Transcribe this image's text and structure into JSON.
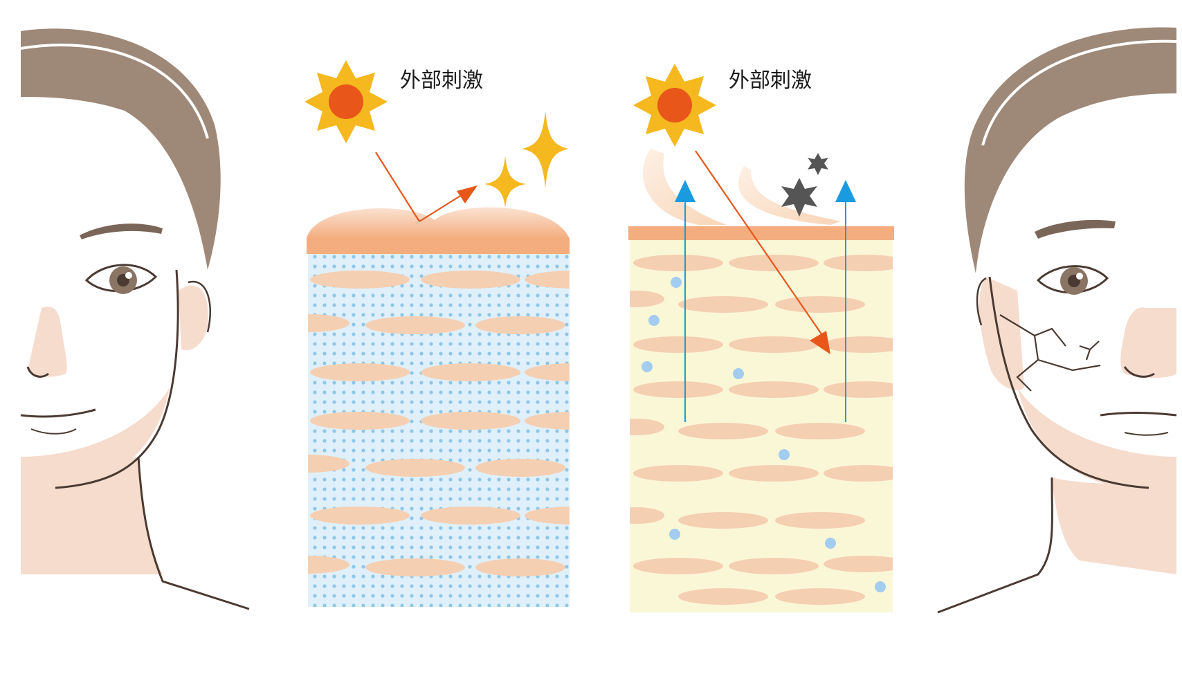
{
  "left_panel": {
    "label": "外部刺激",
    "state": "healthy"
  },
  "right_panel": {
    "label": "外部刺激",
    "state": "damaged"
  },
  "colors": {
    "hair": "#9e8877",
    "skin_tone": "#f6dccd",
    "outline": "#4a3a32",
    "sun_ray": "#f5b81f",
    "sun_core": "#e8561a",
    "uv_arrow": "#e8561a",
    "sparkle": "#f5b81f",
    "cell": "#f5cfb2",
    "surface_layer": "#f3ad7e",
    "healthy_bg_dots": "#8fc6e8",
    "healthy_bg": "#dff0fa",
    "damaged_bg": "#faf7d7",
    "moisture_arrow": "#1a9be0",
    "water_drop": "#a3cdf0",
    "irritant": "#555555"
  }
}
